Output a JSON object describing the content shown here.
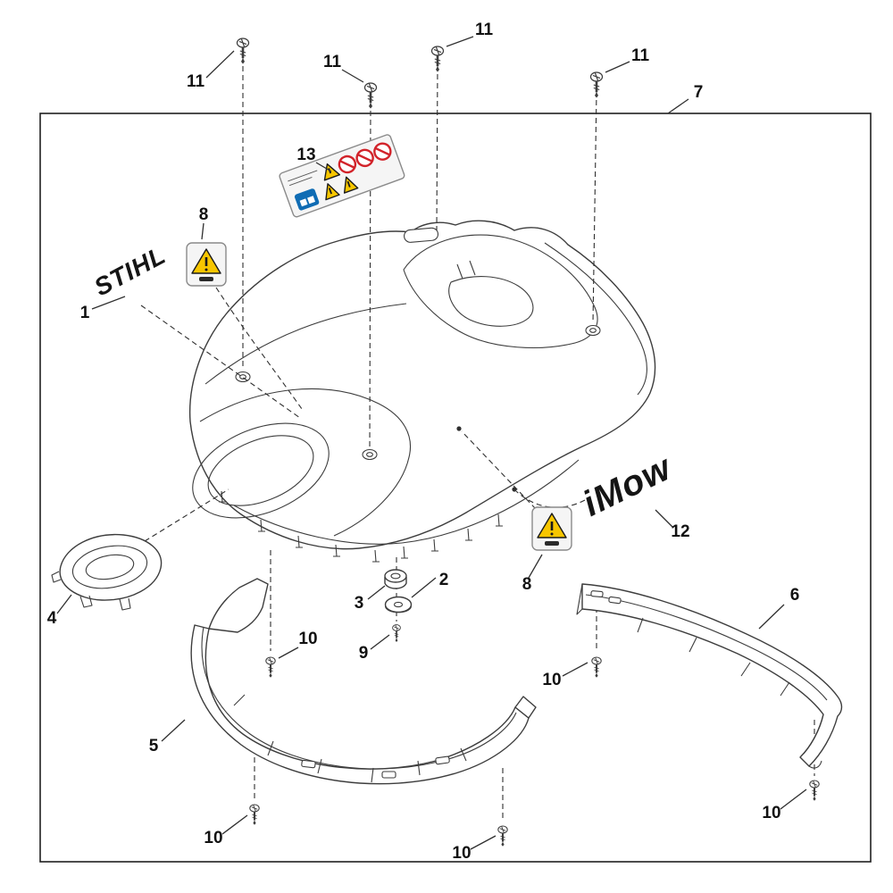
{
  "logos": {
    "brand": "STIHL",
    "model": "iMow"
  },
  "callouts": {
    "part1": "1",
    "part2": "2",
    "part3": "3",
    "part4": "4",
    "part5": "5",
    "part6": "6",
    "part7": "7",
    "part8_upper": "8",
    "part8_lower": "8",
    "part9": "9",
    "part10_a": "10",
    "part10_b": "10",
    "part10_c": "10",
    "part10_d": "10",
    "part10_e": "10",
    "part11_a": "11",
    "part11_b": "11",
    "part11_c": "11",
    "part11_d": "11",
    "part12": "12",
    "part13": "13"
  },
  "colors": {
    "line": "#3d3d3d",
    "warning_yellow": "#f7c600",
    "prohibition_red": "#d2232a",
    "mandatory_blue": "#0f6cb4",
    "background": "#ffffff"
  }
}
